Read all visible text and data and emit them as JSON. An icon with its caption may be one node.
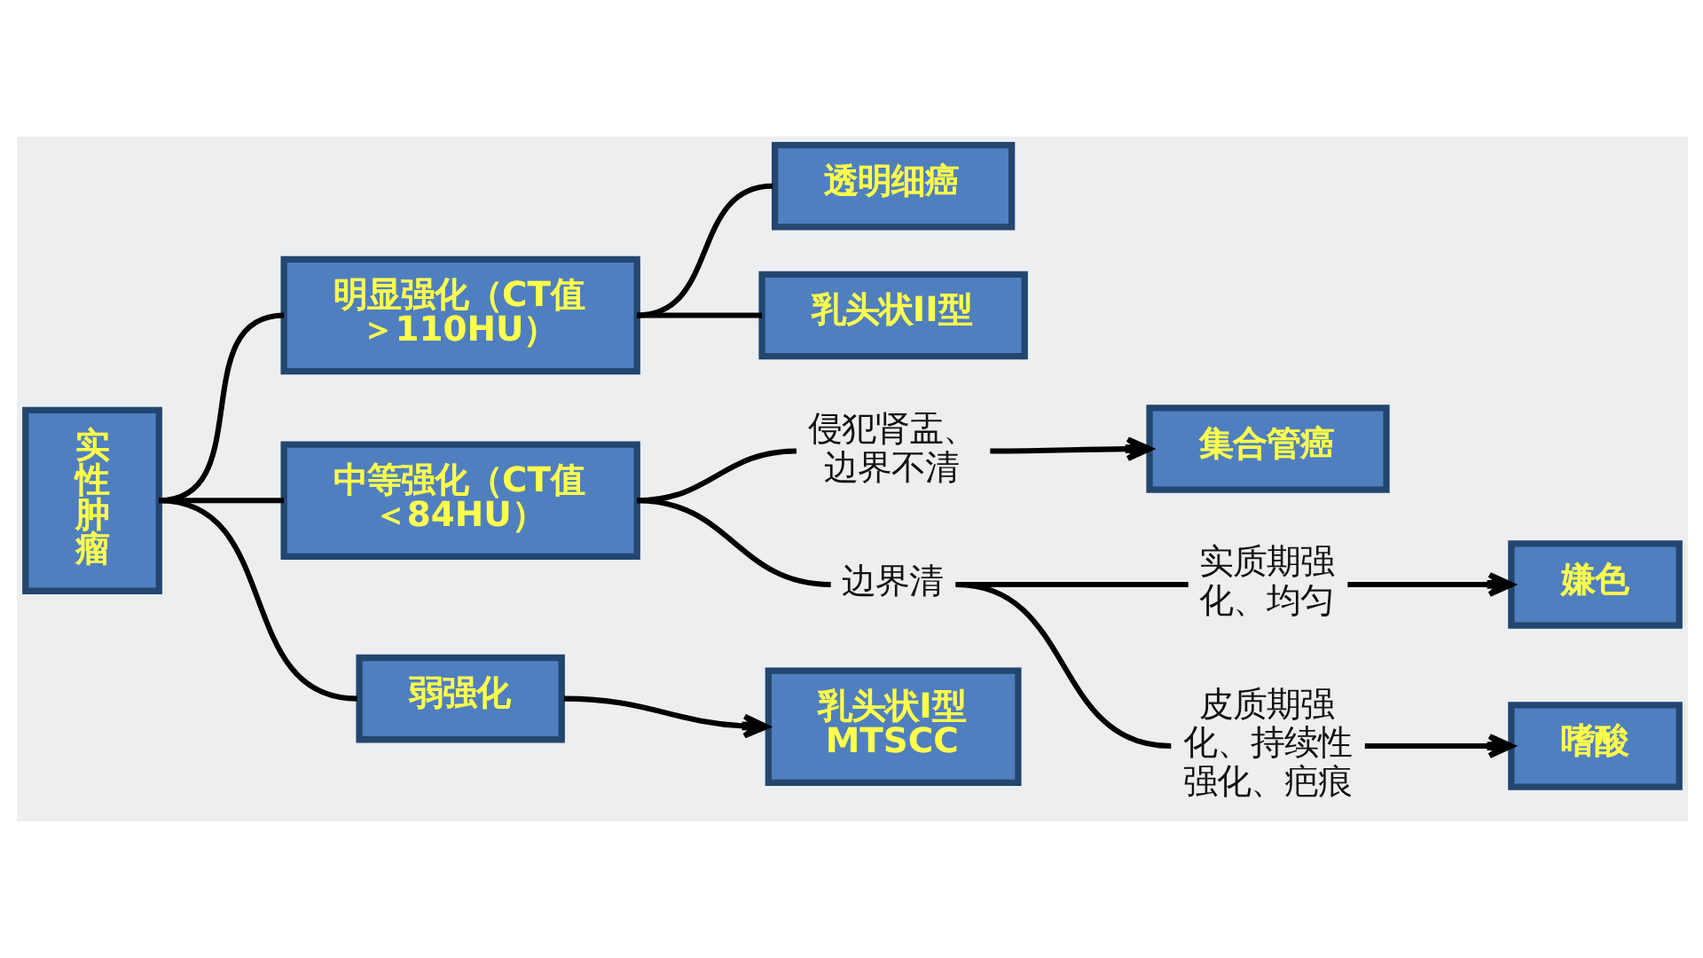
{
  "diagram": {
    "nodes": [
      {
        "text": [
          "实性肿瘤"
        ]
      },
      {
        "text": [
          "明显强化（CT值＞110HU）"
        ]
      },
      {
        "text": [
          "中等强化（CT值＜84HU）"
        ]
      },
      {
        "text": [
          "弱强化"
        ]
      },
      {
        "text": [
          "透明细癌"
        ]
      },
      {
        "text": [
          "乳头状II型"
        ]
      },
      {
        "text": [
          "侵犯肾盂、边界不清"
        ]
      },
      {
        "text": [
          "集合管癌"
        ]
      },
      {
        "text": [
          "边界清"
        ]
      },
      {
        "text": [
          "乳头状I型",
          "MTSCC"
        ]
      },
      {
        "text": [
          "实质期强化、均匀"
        ]
      },
      {
        "text": [
          "嫌色"
        ]
      },
      {
        "text": [
          "皮质期强化、持续性强化、疤痕"
        ]
      },
      {
        "text": [
          "嗜酸"
        ]
      }
    ],
    "edges": [
      {
        "from": 0,
        "to": 1,
        "arrow": "none"
      },
      {
        "from": 0,
        "to": 2,
        "arrow": "none"
      },
      {
        "from": 0,
        "to": 3,
        "arrow": "none"
      },
      {
        "from": 1,
        "to": 4,
        "arrow": "none"
      },
      {
        "from": 1,
        "to": 5,
        "arrow": "none"
      },
      {
        "from": 2,
        "to": 6,
        "arrow": "none"
      },
      {
        "from": 2,
        "to": 8,
        "arrow": "none"
      },
      {
        "from": 6,
        "to": 7,
        "arrow": "to"
      },
      {
        "from": 3,
        "to": 9,
        "arrow": "to"
      },
      {
        "from": 8,
        "to": 10,
        "arrow": "none"
      },
      {
        "from": 8,
        "to": 12,
        "arrow": "none"
      },
      {
        "from": 10,
        "to": 11,
        "arrow": "to"
      },
      {
        "from": 12,
        "to": 13,
        "arrow": "to"
      }
    ]
  }
}
